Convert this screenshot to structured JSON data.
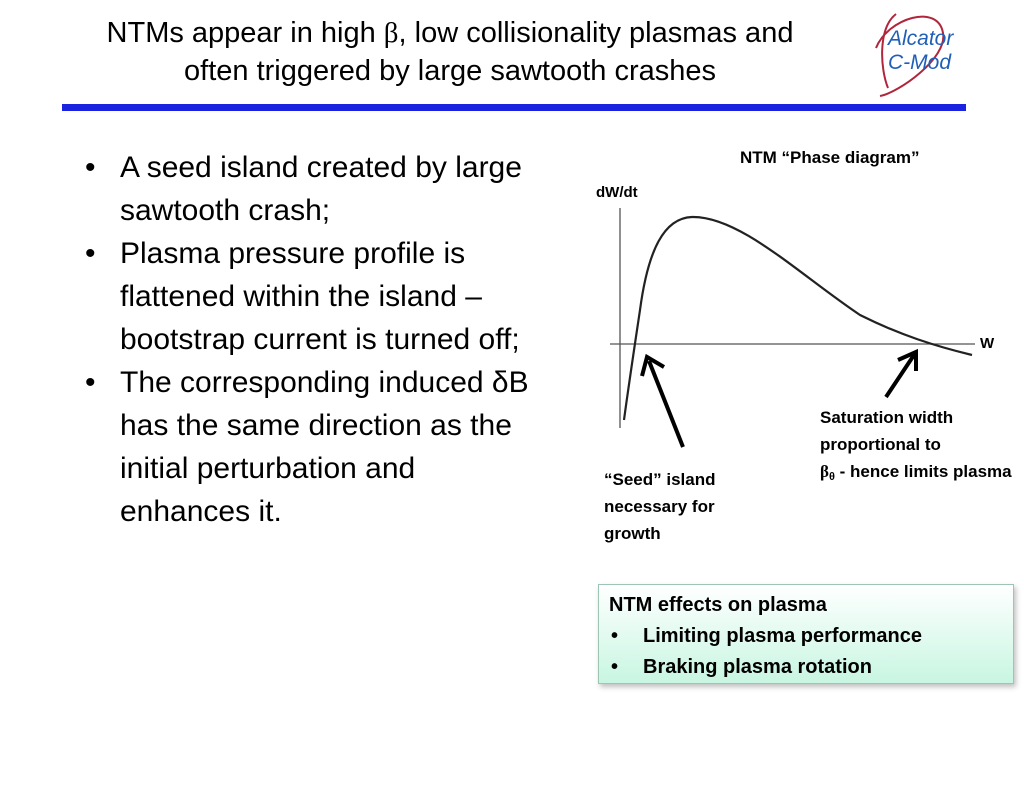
{
  "slide": {
    "title_part1": "NTMs appear in high ",
    "title_beta": "β",
    "title_part2": ", low collisionality plasmas and",
    "title_line2": "often triggered by large sawtooth crashes",
    "logo_line1": "Alcator",
    "logo_line2": "C-Mod",
    "accent_color": "#1a24e0",
    "logo_color": "#1f5fb8",
    "logo_mark_color": "#b0263c"
  },
  "bullets": [
    "A seed island created by large sawtooth crash;",
    "Plasma pressure profile is flattened within the island – bootstrap current is turned off;",
    "The corresponding induced δB has the same direction as the initial perturbation and enhances it."
  ],
  "diagram": {
    "title": "NTM “Phase diagram”",
    "y_label": "dW/dt",
    "x_label": "W",
    "seed_note": "“Seed” island necessary for growth",
    "saturation_note_line1": "Saturation width proportional to",
    "saturation_beta": "β",
    "saturation_sub": "θ",
    "saturation_note_line2": " - hence limits plasma"
  },
  "effects_box": {
    "heading": "NTM effects on plasma",
    "items": [
      "Limiting plasma performance",
      "Braking plasma rotation"
    ],
    "gradient_end": "#c8f6e2"
  }
}
